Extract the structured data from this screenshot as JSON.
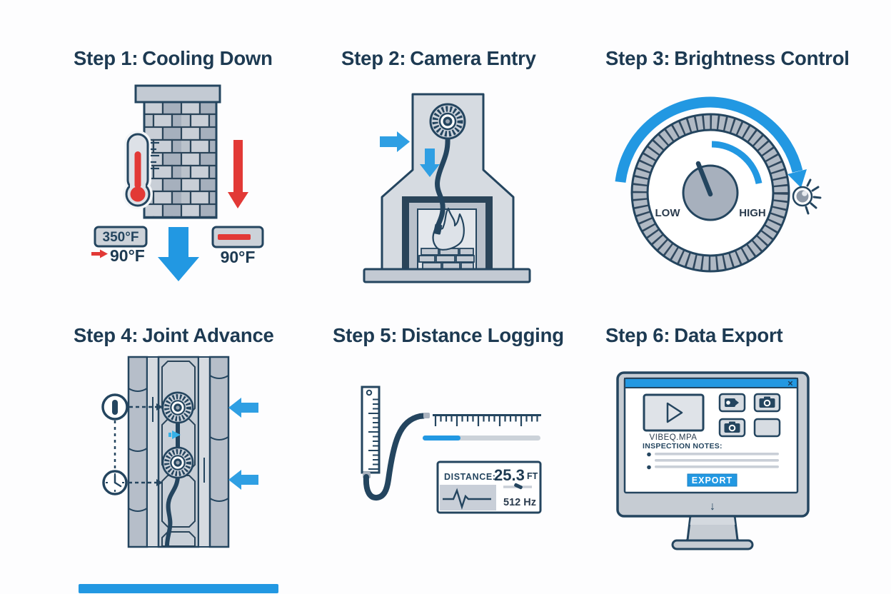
{
  "colors": {
    "outline_navy": "#24455f",
    "title_navy": "#1d3a52",
    "accent_blue": "#2298e2",
    "alert_red": "#e23936",
    "panel_gray": "#c6ccd3"
  },
  "steps": [
    {
      "prefix": "Step 1:",
      "name": "Cooling Down"
    },
    {
      "prefix": "Step 2:",
      "name": "Camera Entry"
    },
    {
      "prefix": "Step 3:",
      "name": "Brightness Control"
    },
    {
      "prefix": "Step 4:",
      "name": "Joint Advance"
    },
    {
      "prefix": "Step 5:",
      "name": "Distance Logging"
    },
    {
      "prefix": "Step 6:",
      "name": "Data Export"
    }
  ],
  "cooling": {
    "start_temp": "350°F",
    "target_temp": "90°F",
    "final_temp": "90°F"
  },
  "brightness": {
    "low": "LOW",
    "high": "HIGH"
  },
  "distance": {
    "label": "DISTANCE:",
    "value": "25.3",
    "unit": "FT",
    "frequency": "512 Hz"
  },
  "export": {
    "file_name": "VIBEQ.MPA",
    "notes_label": "INSPECTION NOTES:",
    "button": "EXPORT",
    "close": "✕",
    "download": "↓"
  }
}
